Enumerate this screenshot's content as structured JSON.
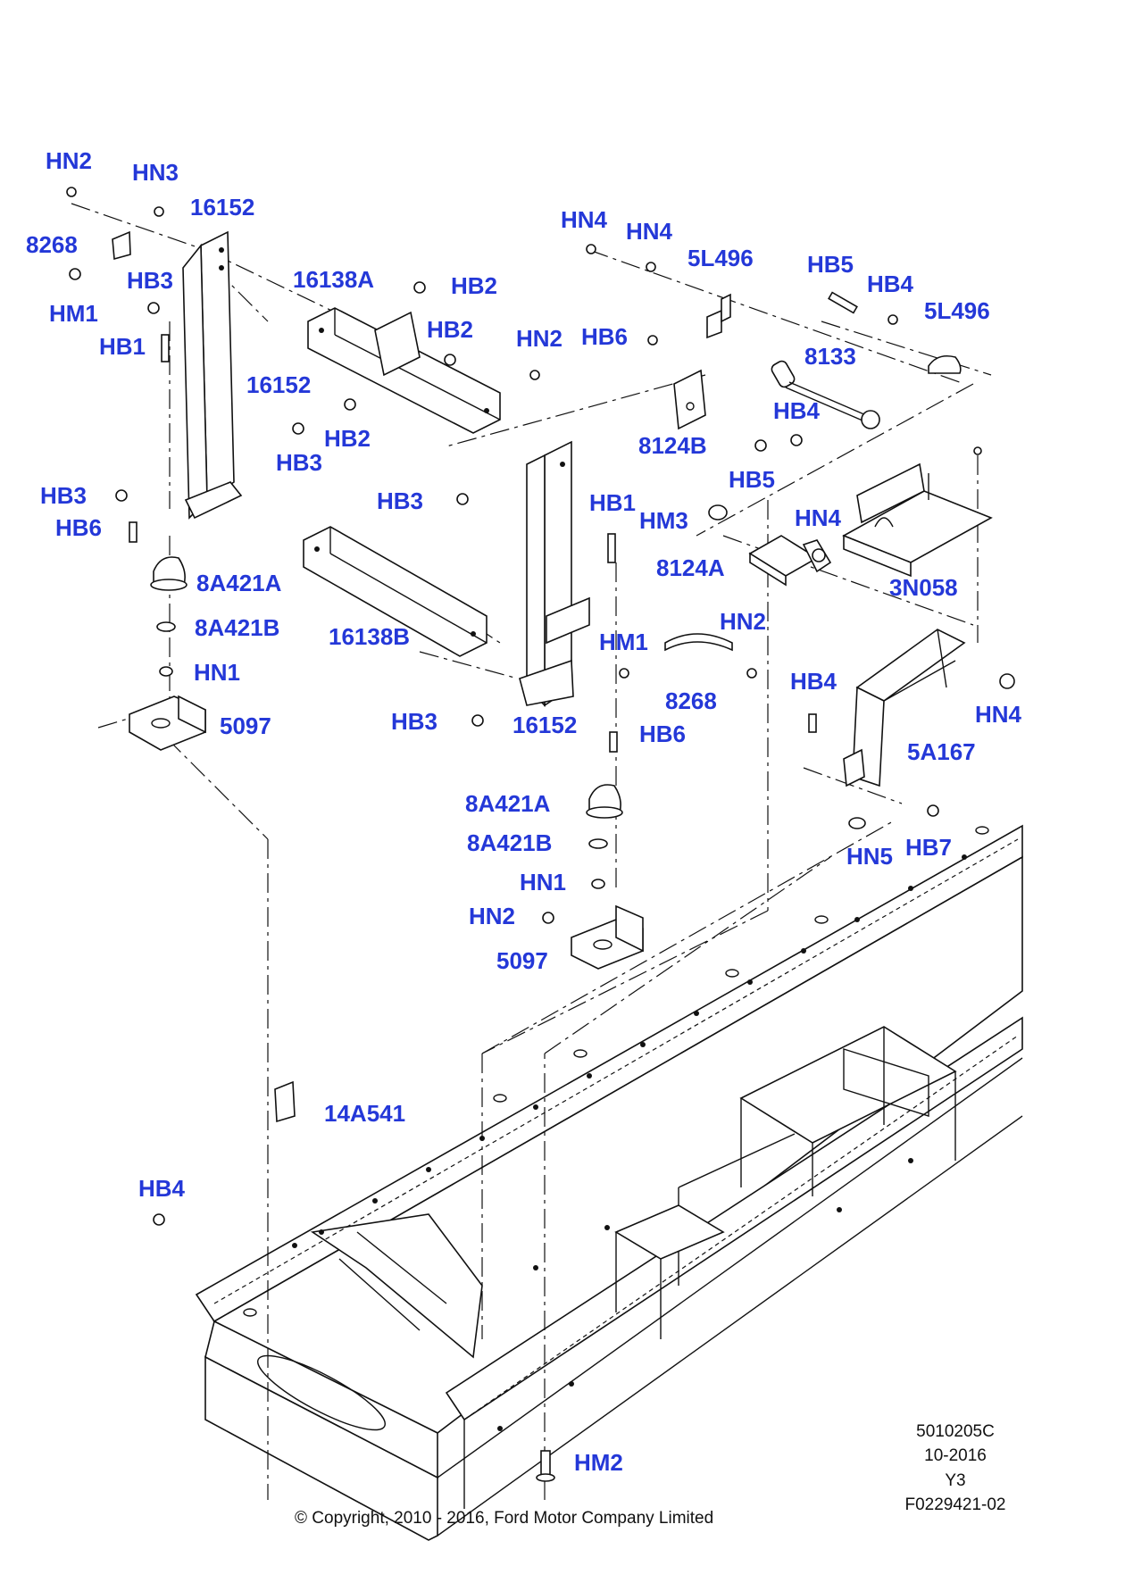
{
  "labels": [
    {
      "id": "hn2-a",
      "text": "HN2"
    },
    {
      "id": "hn3",
      "text": "HN3"
    },
    {
      "id": "16152-a",
      "text": "16152"
    },
    {
      "id": "8268-a",
      "text": "8268"
    },
    {
      "id": "hb3-a",
      "text": "HB3"
    },
    {
      "id": "hm1-a",
      "text": "HM1"
    },
    {
      "id": "hb1-a",
      "text": "HB1"
    },
    {
      "id": "16138a",
      "text": "16138A"
    },
    {
      "id": "hb2-a",
      "text": "HB2"
    },
    {
      "id": "hb2-b",
      "text": "HB2"
    },
    {
      "id": "hn2-b",
      "text": "HN2"
    },
    {
      "id": "16152-b",
      "text": "16152"
    },
    {
      "id": "hb2-c",
      "text": "HB2"
    },
    {
      "id": "hb3-b",
      "text": "HB3"
    },
    {
      "id": "hb3-c",
      "text": "HB3"
    },
    {
      "id": "hb6-a",
      "text": "HB6"
    },
    {
      "id": "8a421a-a",
      "text": "8A421A"
    },
    {
      "id": "8a421b-a",
      "text": "8A421B"
    },
    {
      "id": "hn1-a",
      "text": "HN1"
    },
    {
      "id": "5097-a",
      "text": "5097"
    },
    {
      "id": "hb3-d",
      "text": "HB3"
    },
    {
      "id": "16138b",
      "text": "16138B"
    },
    {
      "id": "hb3-e",
      "text": "HB3"
    },
    {
      "id": "16152-c",
      "text": "16152"
    },
    {
      "id": "hn4-a",
      "text": "HN4"
    },
    {
      "id": "hn4-b",
      "text": "HN4"
    },
    {
      "id": "5l496-a",
      "text": "5L496"
    },
    {
      "id": "hb5-a",
      "text": "HB5"
    },
    {
      "id": "hb4-a",
      "text": "HB4"
    },
    {
      "id": "5l496-b",
      "text": "5L496"
    },
    {
      "id": "hb6-b",
      "text": "HB6"
    },
    {
      "id": "8133",
      "text": "8133"
    },
    {
      "id": "hb4-b",
      "text": "HB4"
    },
    {
      "id": "8124b",
      "text": "8124B"
    },
    {
      "id": "hb5-b",
      "text": "HB5"
    },
    {
      "id": "hb1-b",
      "text": "HB1"
    },
    {
      "id": "hm3",
      "text": "HM3"
    },
    {
      "id": "hn4-c",
      "text": "HN4"
    },
    {
      "id": "8124a",
      "text": "8124A"
    },
    {
      "id": "3n058",
      "text": "3N058"
    },
    {
      "id": "hn2-c",
      "text": "HN2"
    },
    {
      "id": "hm1-b",
      "text": "HM1"
    },
    {
      "id": "8268-b",
      "text": "8268"
    },
    {
      "id": "hb4-c",
      "text": "HB4"
    },
    {
      "id": "hn4-d",
      "text": "HN4"
    },
    {
      "id": "5a167",
      "text": "5A167"
    },
    {
      "id": "hb6-c",
      "text": "HB6"
    },
    {
      "id": "8a421a-b",
      "text": "8A421A"
    },
    {
      "id": "8a421b-b",
      "text": "8A421B"
    },
    {
      "id": "hn1-b",
      "text": "HN1"
    },
    {
      "id": "hn2-d",
      "text": "HN2"
    },
    {
      "id": "5097-b",
      "text": "5097"
    },
    {
      "id": "hn5",
      "text": "HN5"
    },
    {
      "id": "hb7",
      "text": "HB7"
    },
    {
      "id": "14a541",
      "text": "14A541"
    },
    {
      "id": "hb4-d",
      "text": "HB4"
    },
    {
      "id": "hm2",
      "text": "HM2"
    }
  ],
  "meta": {
    "code": "5010205C",
    "date": "10-2016",
    "revision": "Y3",
    "figure": "F0229421-02"
  },
  "copyright": "© Copyright, 2010 - 2016, Ford Motor Company Limited",
  "colors": {
    "label": "#2438d8",
    "line": "#111111",
    "background": "#ffffff"
  }
}
